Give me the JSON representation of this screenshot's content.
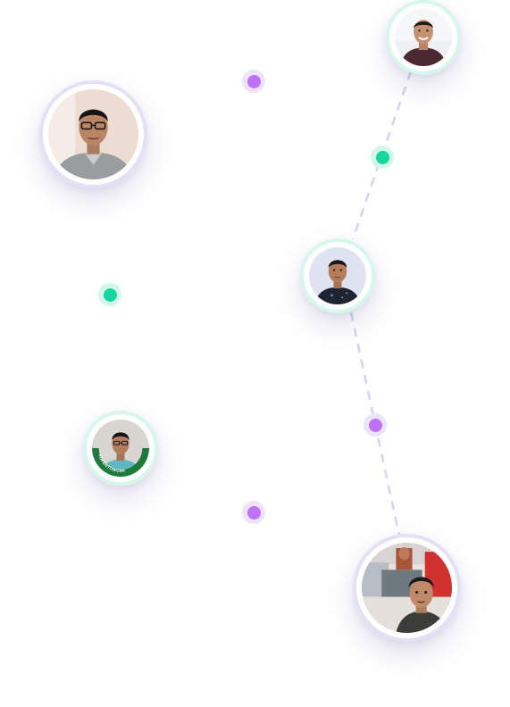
{
  "avatars": [
    {
      "id": "avatar-top-right",
      "ring": "mint",
      "description_icon": "person-photo-icon"
    },
    {
      "id": "avatar-large-left",
      "ring": "lavender",
      "description_icon": "person-photo-icon"
    },
    {
      "id": "avatar-middle-right",
      "ring": "mint",
      "description_icon": "person-photo-icon"
    },
    {
      "id": "avatar-open-to-work",
      "ring": "mint",
      "description_icon": "person-photo-icon",
      "badge_text": "#OPENTOWORK"
    },
    {
      "id": "avatar-bottom-right",
      "ring": "lavender",
      "description_icon": "person-photo-icon"
    }
  ],
  "dots": [
    {
      "color": "purple"
    },
    {
      "color": "green"
    },
    {
      "color": "green"
    },
    {
      "color": "purple"
    },
    {
      "color": "purple"
    }
  ],
  "colors": {
    "accent_purple": "#be72f5",
    "accent_green": "#14d7a0",
    "ring_lavender": "#e4e1f7",
    "ring_mint": "#d5f7ec",
    "connector": "#d6d1f5",
    "badge_green": "#1d7a3a"
  }
}
